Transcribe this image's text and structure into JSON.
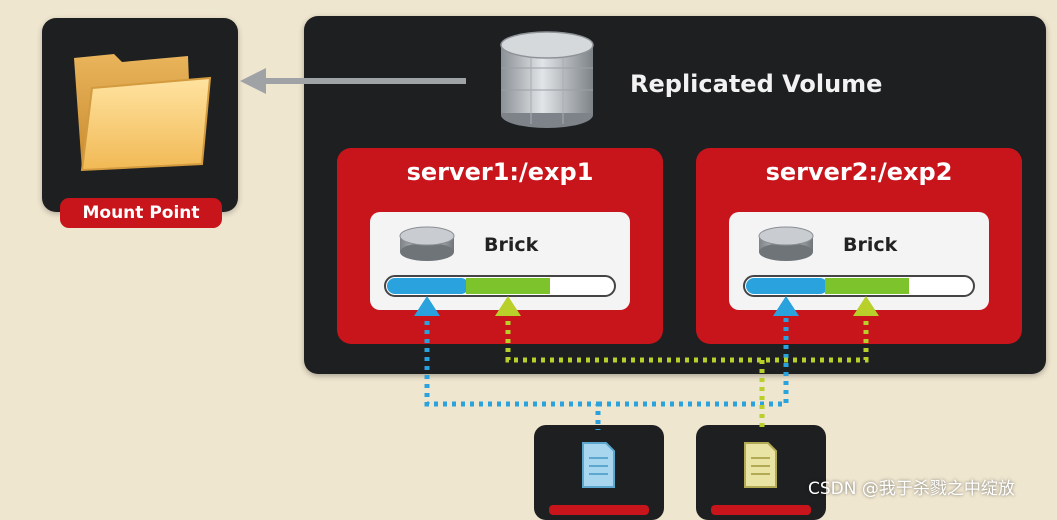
{
  "mount": {
    "label": "Mount Point"
  },
  "volume": {
    "title": "Replicated Volume"
  },
  "servers": [
    {
      "title": "server1:/exp1",
      "brick_label": "Brick"
    },
    {
      "title": "server2:/exp2",
      "brick_label": "Brick"
    }
  ],
  "watermark": "CSDN @我于杀戮之中绽放",
  "colors": {
    "panel": "#1d1f21",
    "accent_red": "#c8141b",
    "blue_path": "#2aa2dd",
    "yellow_path": "#b9cf2a",
    "background": "#efe6cf"
  }
}
